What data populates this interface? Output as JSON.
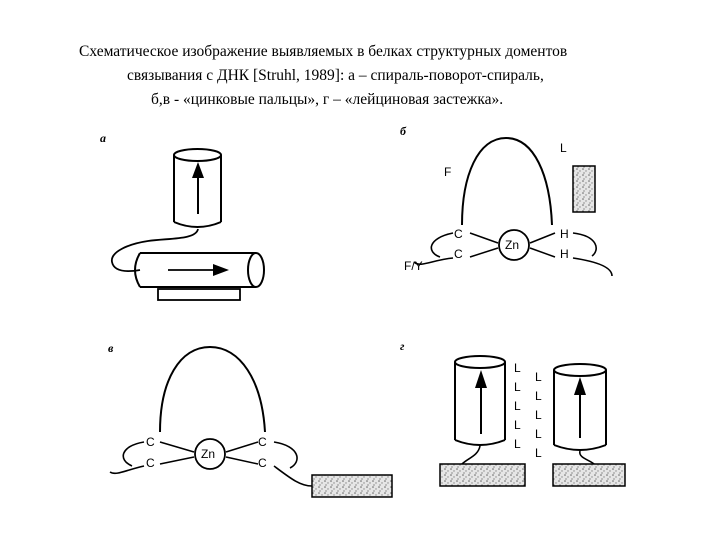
{
  "caption": {
    "line1": "Схематическое изображение выявляемых в белках структурных доментов",
    "line2": "связывания с ДНК [Struhl, 1989]: а – спираль-поворот-спираль,",
    "line3": "б,в - «цинковые пальцы», г – «лейциновая застежка»."
  },
  "panels": {
    "a": {
      "letter": "a"
    },
    "b": {
      "letter": "б",
      "F": "F",
      "L": "L",
      "C_top": "C",
      "C_bottom": "C",
      "Zn": "Zn",
      "H_top": "H",
      "H_bottom": "H",
      "FY": "F/Y"
    },
    "v": {
      "letter": "в",
      "C_top_left": "C",
      "C_bottom_left": "C",
      "Zn": "Zn",
      "C_top_right": "C",
      "C_bottom_right": "C"
    },
    "g": {
      "letter": "г",
      "left_L": [
        "L",
        "L",
        "L",
        "L",
        "L"
      ],
      "right_L": [
        "L",
        "L",
        "L",
        "L",
        "L"
      ]
    }
  },
  "colors": {
    "ink": "#000000",
    "dna_fill": "#d8d8d8"
  }
}
